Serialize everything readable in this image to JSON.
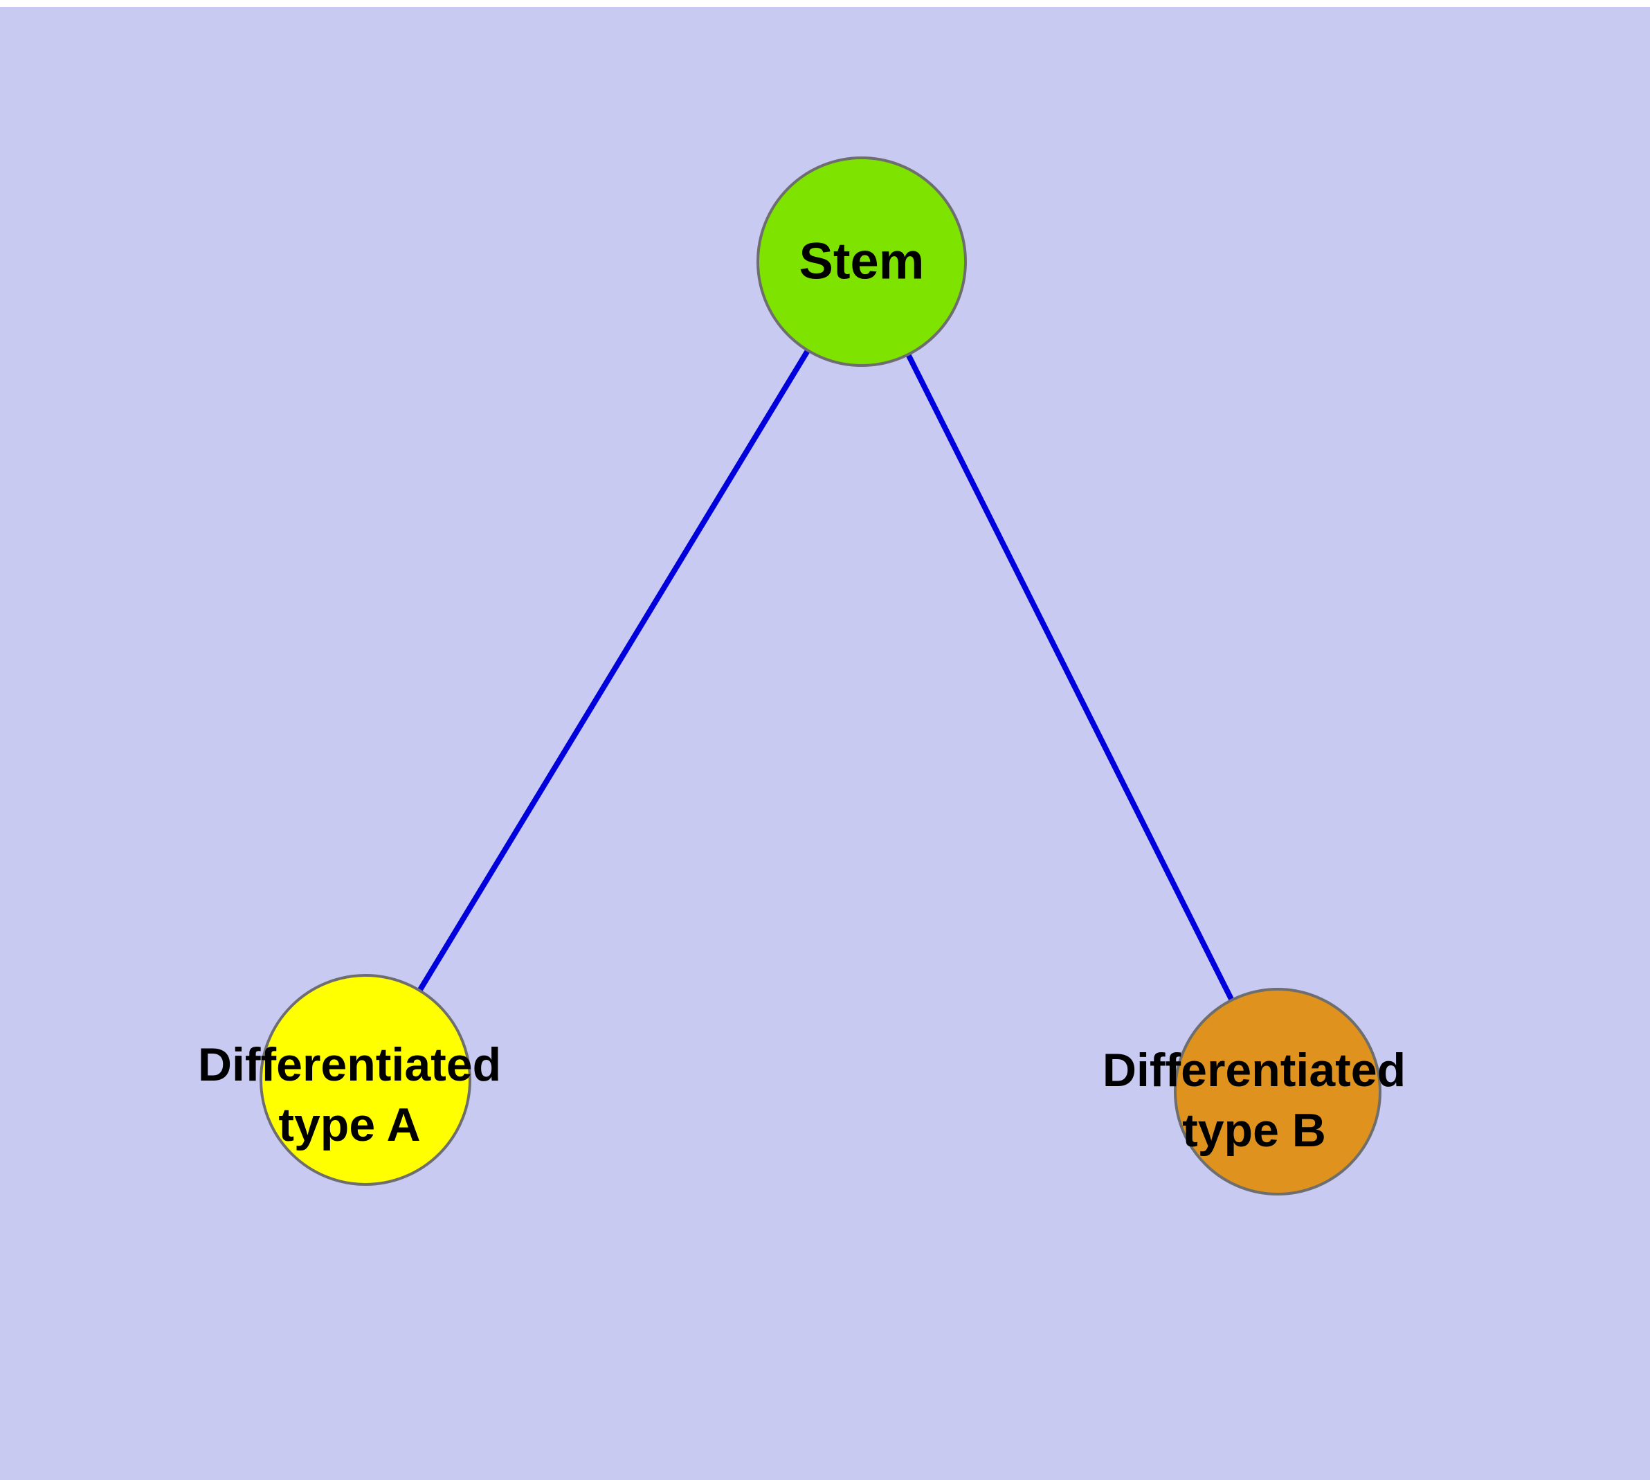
{
  "diagram": {
    "type": "node-link-graph",
    "background_color": "#c9caf2",
    "edge_color": "#0000dd",
    "node_border_color": "#6e6e6e",
    "nodes": [
      {
        "id": "stem",
        "label": "Stem",
        "fill": "#7fe300"
      },
      {
        "id": "type-a",
        "label": "Differentiated\ntype A",
        "fill": "#ffff00"
      },
      {
        "id": "type-b",
        "label": "Differentiated\ntype B",
        "fill": "#df921e"
      }
    ],
    "edges": [
      {
        "from": "stem",
        "to": "type-a"
      },
      {
        "from": "stem",
        "to": "type-b"
      }
    ]
  }
}
